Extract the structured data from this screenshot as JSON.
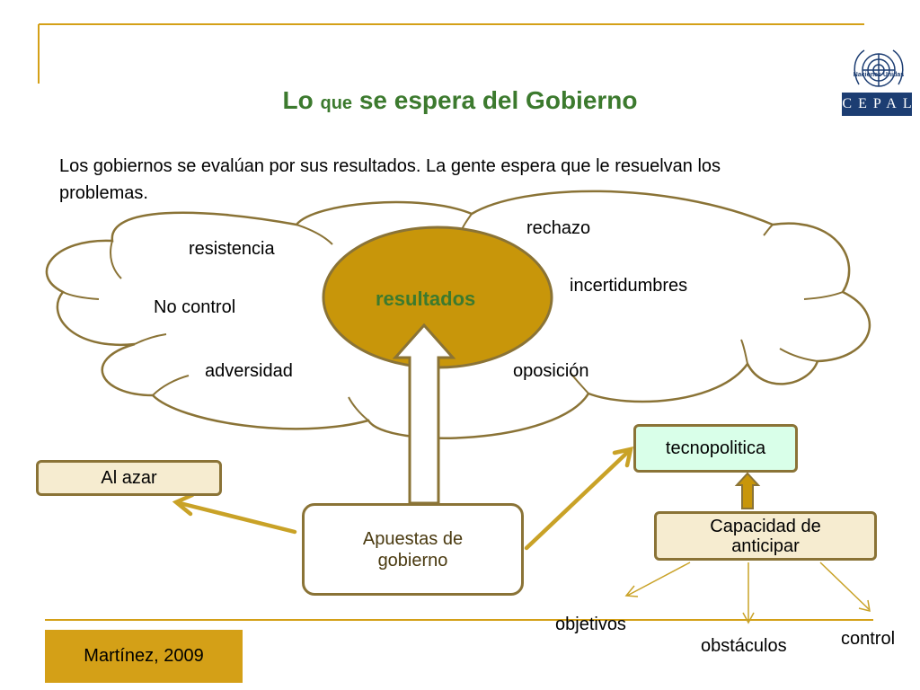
{
  "title": {
    "part1": "Lo",
    "part2": "que",
    "part3": "se espera del Gobierno"
  },
  "intro": "Los gobiernos se evalúan por sus resultados.  La gente espera que le resuelvan los problemas.",
  "cloud": {
    "center": "resultados",
    "labels": {
      "rechazo": "rechazo",
      "resistencia": "resistencia",
      "incertidumbres": "incertidumbres",
      "no_control": "No control",
      "adversidad": "adversidad",
      "oposicion": "oposición"
    }
  },
  "boxes": {
    "al_azar": "Al azar",
    "apuestas_line1": "Apuestas de",
    "apuestas_line2": "gobierno",
    "tecnopolitica": "tecnopolitica",
    "capacidad_line1": "Capacidad  de",
    "capacidad_line2": "anticipar"
  },
  "outcomes": {
    "objetivos": "objetivos",
    "obstaculos": "obstáculos",
    "control": "control"
  },
  "citation": "Martínez, 2009",
  "logo": {
    "un_caption": "Naciones Unidas",
    "cepal": "CEPAL"
  },
  "colors": {
    "title_green": "#3c7a2e",
    "gold": "#d4a017",
    "center_fill": "#c8960a",
    "box_border": "#8a7336",
    "arrow": "#c9a227",
    "tecno_fill": "#d9ffe9",
    "cream": "#f6ecd0",
    "un_blue": "#1c3d72"
  }
}
